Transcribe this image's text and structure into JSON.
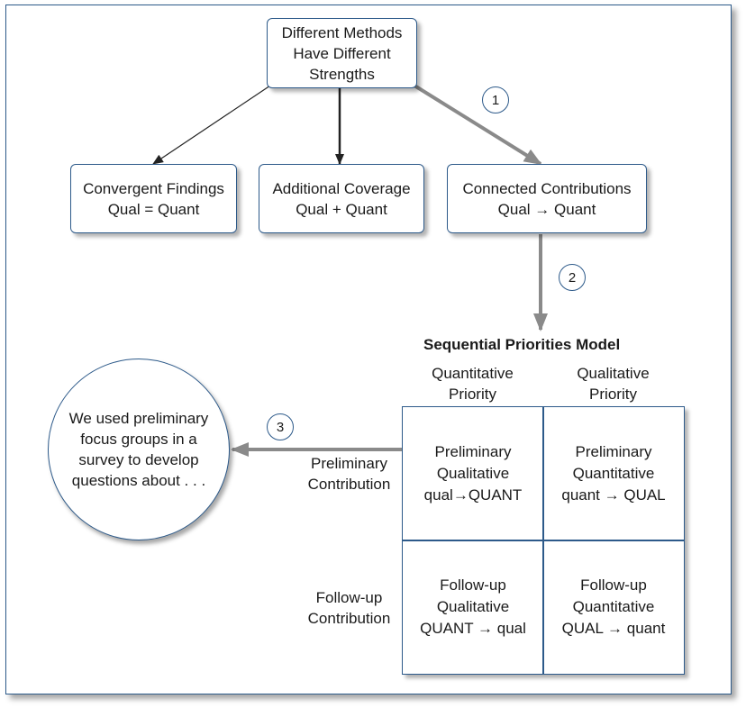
{
  "top_box": {
    "lines": [
      "Different Methods",
      "Have Different",
      "Strengths"
    ]
  },
  "boxes": [
    {
      "lines": [
        "Convergent Findings",
        "Qual = Quant"
      ]
    },
    {
      "lines": [
        "Additional Coverage",
        "Qual + Quant"
      ]
    },
    {
      "lines": [
        "Connected Contributions",
        "Qual → Quant"
      ]
    }
  ],
  "step_numbers": [
    "1",
    "2",
    "3"
  ],
  "model": {
    "title": "Sequential Priorities Model",
    "col_headers": [
      [
        "Quantitative",
        "Priority"
      ],
      [
        "Qualitative",
        "Priority"
      ]
    ],
    "row_headers": [
      [
        "Preliminary",
        "Contribution"
      ],
      [
        "Follow-up",
        "Contribution"
      ]
    ],
    "cells": [
      [
        "Preliminary",
        "Qualitative",
        "qual→QUANT"
      ],
      [
        "Preliminary",
        "Quantitative",
        "quant → QUAL"
      ],
      [
        "Follow-up",
        "Qualitative",
        "QUANT → qual"
      ],
      [
        "Follow-up",
        "Quantitative",
        "QUAL → quant"
      ]
    ]
  },
  "example_circle": {
    "lines": [
      "We used preliminary",
      "focus groups in a",
      "survey to develop",
      "questions about . . ."
    ]
  },
  "colors": {
    "border": "#2d5a8a",
    "thin_arrow": "#222222",
    "thick_arrow": "#8a8a8a"
  }
}
